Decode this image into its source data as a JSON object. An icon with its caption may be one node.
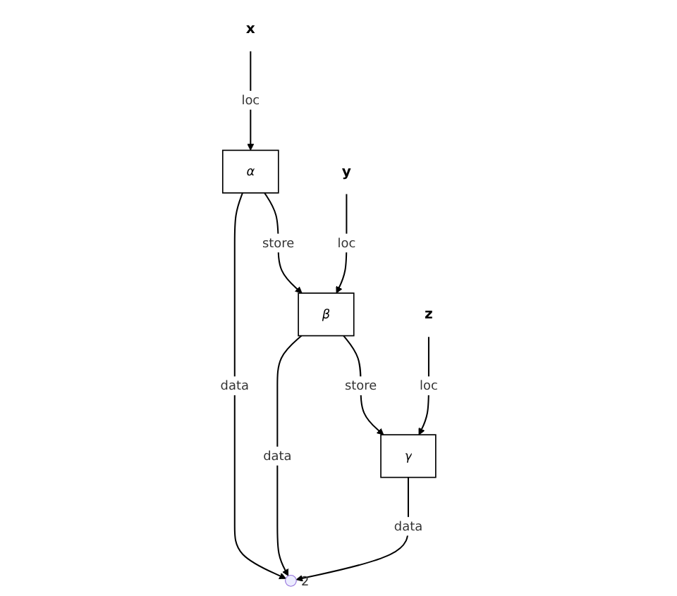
{
  "diagram": {
    "nodes": [
      {
        "text": [
          "x"
        ]
      },
      {
        "text": [
          "α"
        ]
      },
      {
        "text": [
          "y"
        ]
      },
      {
        "text": [
          "β"
        ]
      },
      {
        "text": [
          "z"
        ]
      },
      {
        "text": [
          "γ"
        ]
      },
      {
        "text": [],
        "shape": "circle",
        "beside": [
          "2"
        ]
      }
    ],
    "edges": [
      {
        "from": 0,
        "to": 1,
        "arrow": "to",
        "label": "loc"
      },
      {
        "from": 1,
        "to": 3,
        "arrow": "to",
        "label": "store"
      },
      {
        "from": 1,
        "to": 6,
        "arrow": "to",
        "label": "data"
      },
      {
        "from": 2,
        "to": 3,
        "arrow": "to",
        "label": "loc"
      },
      {
        "from": 3,
        "to": 5,
        "arrow": "to",
        "label": "store"
      },
      {
        "from": 3,
        "to": 6,
        "arrow": "to",
        "label": "data"
      },
      {
        "from": 4,
        "to": 5,
        "arrow": "to",
        "label": "loc"
      },
      {
        "from": 5,
        "to": 6,
        "arrow": "to",
        "label": "data"
      }
    ]
  }
}
